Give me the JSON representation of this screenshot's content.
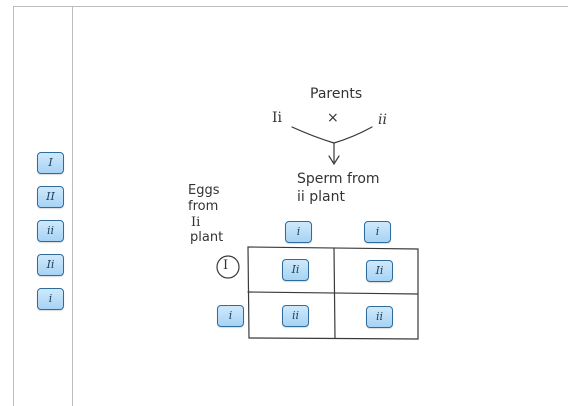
{
  "bank": {
    "tiles": [
      "I",
      "II",
      "ii",
      "Ii",
      "i"
    ]
  },
  "diagram": {
    "parents_label": "Parents",
    "parent_left": "Ii",
    "cross_symbol": "×",
    "parent_right": "ii",
    "sperm_label_line1": "Sperm from",
    "sperm_label_line2": "ii plant",
    "eggs_label_line1": "Eggs",
    "eggs_label_line2": "from",
    "eggs_label_line3": "Ii",
    "eggs_label_line4": "plant",
    "circled_egg": "I"
  },
  "placed": {
    "sperm_1": "i",
    "sperm_2": "i",
    "egg_2": "i",
    "cell_1_1": "Ii",
    "cell_1_2": "Ii",
    "cell_2_1": "ii",
    "cell_2_2": "ii"
  },
  "colors": {
    "tile_fill": "#a7d3f4",
    "tile_border": "#2e6c9e",
    "ink": "#333333"
  }
}
